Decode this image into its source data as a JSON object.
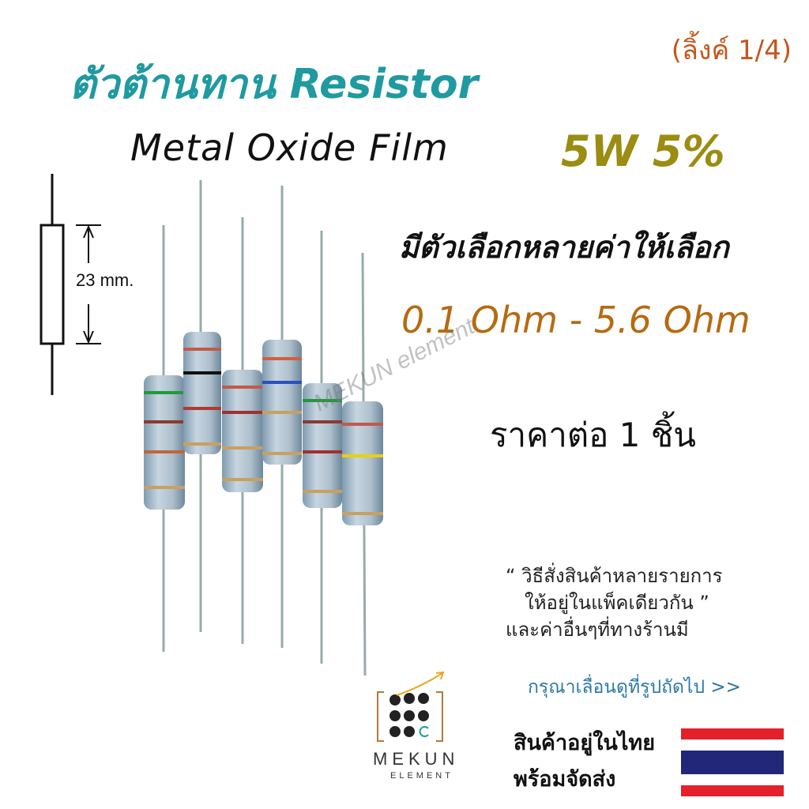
{
  "title_th": "ตัวต้านทาน Resistor",
  "link_label": "(ลิ้งค์ 1/4)",
  "subtitle": "Metal Oxide Film",
  "power_tolerance": "5W 5%",
  "choice_text": "มีตัวเลือกหลายค่าให้เลือก",
  "range_text": "0.1 Ohm - 5.6 Ohm",
  "price_text": "ราคาต่อ 1 ชิ้น",
  "dimension_label": "23 mm.",
  "note_lines": [
    "“ วิธีสั่งสินค้าหลายรายการ",
    "ให้อยู่ในแพ็คเดียวกัน ”",
    "และค่าอื่นๆที่ทางร้านมี"
  ],
  "scroll_hint": "กรุณาเลื่อนดูที่รูปถัดไป >>",
  "stock_lines": [
    "สินค้าอยู่ในไทย",
    "พร้อมจัดส่ง"
  ],
  "watermark": "MEKUN element",
  "logo": {
    "name": "MEKUN",
    "sub": "ELEMENT"
  },
  "colors": {
    "teal": "#1f9aa0",
    "olive": "#9b8c12",
    "brown": "#b66a12",
    "orange": "#c4571c",
    "link_blue": "#2a78a6",
    "flag_red": "#e4202a",
    "flag_blue": "#23277a"
  },
  "icons": [
    "resistor-schematic-icon",
    "thai-flag-icon",
    "mekun-logo-icon"
  ]
}
